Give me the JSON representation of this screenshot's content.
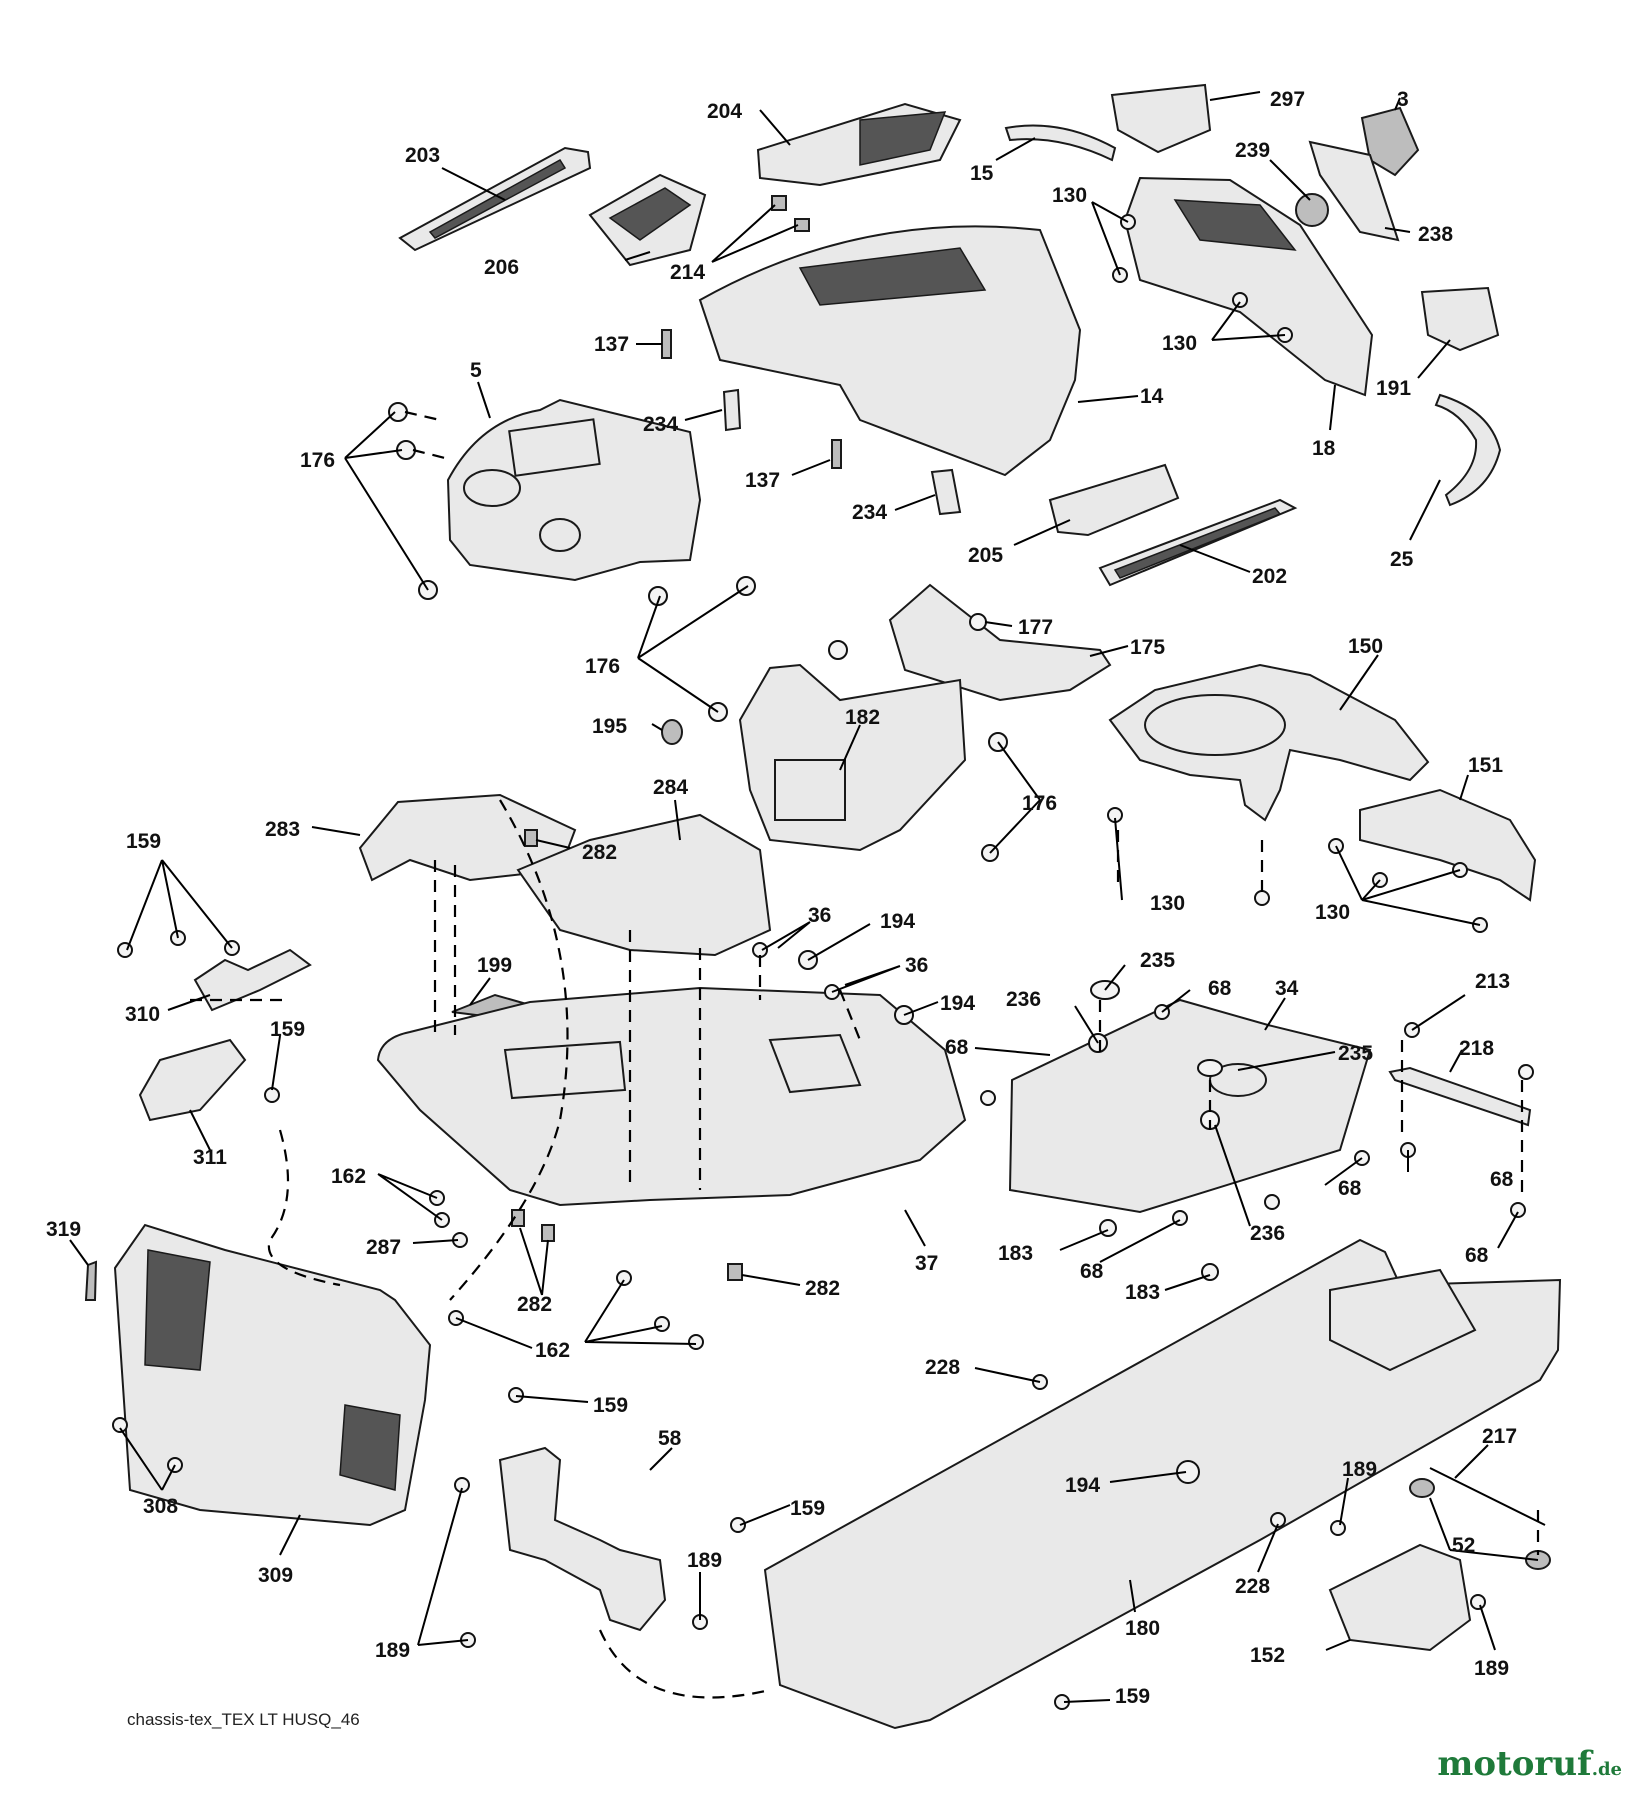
{
  "diagram": {
    "caption": "chassis-tex_TEX LT HUSQ_46",
    "watermark": {
      "name": "motoruf",
      "tld": ".de",
      "color": "#1f7a3a"
    },
    "labels": [
      {
        "id": "l297",
        "text": "297"
      },
      {
        "id": "l3",
        "text": "3"
      },
      {
        "id": "l204",
        "text": "204"
      },
      {
        "id": "l203",
        "text": "203"
      },
      {
        "id": "l15",
        "text": "15"
      },
      {
        "id": "l239",
        "text": "239"
      },
      {
        "id": "l238",
        "text": "238"
      },
      {
        "id": "l130a",
        "text": "130"
      },
      {
        "id": "l206",
        "text": "206"
      },
      {
        "id": "l214",
        "text": "214"
      },
      {
        "id": "l130b",
        "text": "130"
      },
      {
        "id": "l137a",
        "text": "137"
      },
      {
        "id": "l5",
        "text": "5"
      },
      {
        "id": "l191",
        "text": "191"
      },
      {
        "id": "l14",
        "text": "14"
      },
      {
        "id": "l234a",
        "text": "234"
      },
      {
        "id": "l18",
        "text": "18"
      },
      {
        "id": "l176a",
        "text": "176"
      },
      {
        "id": "l137b",
        "text": "137"
      },
      {
        "id": "l234b",
        "text": "234"
      },
      {
        "id": "l25",
        "text": "25"
      },
      {
        "id": "l205",
        "text": "205"
      },
      {
        "id": "l202",
        "text": "202"
      },
      {
        "id": "l177",
        "text": "177"
      },
      {
        "id": "l175",
        "text": "175"
      },
      {
        "id": "l150",
        "text": "150"
      },
      {
        "id": "l176b",
        "text": "176"
      },
      {
        "id": "l195",
        "text": "195"
      },
      {
        "id": "l182",
        "text": "182"
      },
      {
        "id": "l151",
        "text": "151"
      },
      {
        "id": "l284",
        "text": "284"
      },
      {
        "id": "l176c",
        "text": "176"
      },
      {
        "id": "l283",
        "text": "283"
      },
      {
        "id": "l282a",
        "text": "282"
      },
      {
        "id": "l159a",
        "text": "159"
      },
      {
        "id": "l130c",
        "text": "130"
      },
      {
        "id": "l130d",
        "text": "130"
      },
      {
        "id": "l36a",
        "text": "36"
      },
      {
        "id": "l194a",
        "text": "194"
      },
      {
        "id": "l235a",
        "text": "235"
      },
      {
        "id": "l199",
        "text": "199"
      },
      {
        "id": "l36b",
        "text": "36"
      },
      {
        "id": "l68a",
        "text": "68"
      },
      {
        "id": "l34",
        "text": "34"
      },
      {
        "id": "l213",
        "text": "213"
      },
      {
        "id": "l310",
        "text": "310"
      },
      {
        "id": "l236a",
        "text": "236"
      },
      {
        "id": "l194b",
        "text": "194"
      },
      {
        "id": "l159b",
        "text": "159"
      },
      {
        "id": "l68b",
        "text": "68"
      },
      {
        "id": "l218",
        "text": "218"
      },
      {
        "id": "l235b",
        "text": "235"
      },
      {
        "id": "l311",
        "text": "311"
      },
      {
        "id": "l162a",
        "text": "162"
      },
      {
        "id": "l68c",
        "text": "68"
      },
      {
        "id": "l68d",
        "text": "68"
      },
      {
        "id": "l319",
        "text": "319"
      },
      {
        "id": "l287",
        "text": "287"
      },
      {
        "id": "l236b",
        "text": "236"
      },
      {
        "id": "l37",
        "text": "37"
      },
      {
        "id": "l183a",
        "text": "183"
      },
      {
        "id": "l68e",
        "text": "68"
      },
      {
        "id": "l68f",
        "text": "68"
      },
      {
        "id": "l282b",
        "text": "282"
      },
      {
        "id": "l183b",
        "text": "183"
      },
      {
        "id": "l282c",
        "text": "282"
      },
      {
        "id": "l162b",
        "text": "162"
      },
      {
        "id": "l228a",
        "text": "228"
      },
      {
        "id": "l159c",
        "text": "159"
      },
      {
        "id": "l58",
        "text": "58"
      },
      {
        "id": "l217",
        "text": "217"
      },
      {
        "id": "l189a",
        "text": "189"
      },
      {
        "id": "l194c",
        "text": "194"
      },
      {
        "id": "l308",
        "text": "308"
      },
      {
        "id": "l159d",
        "text": "159"
      },
      {
        "id": "l52",
        "text": "52"
      },
      {
        "id": "l189b",
        "text": "189"
      },
      {
        "id": "l309",
        "text": "309"
      },
      {
        "id": "l228b",
        "text": "228"
      },
      {
        "id": "l180",
        "text": "180"
      },
      {
        "id": "l189c",
        "text": "189"
      },
      {
        "id": "l152",
        "text": "152"
      },
      {
        "id": "l189d",
        "text": "189"
      },
      {
        "id": "l159e",
        "text": "159"
      }
    ]
  }
}
